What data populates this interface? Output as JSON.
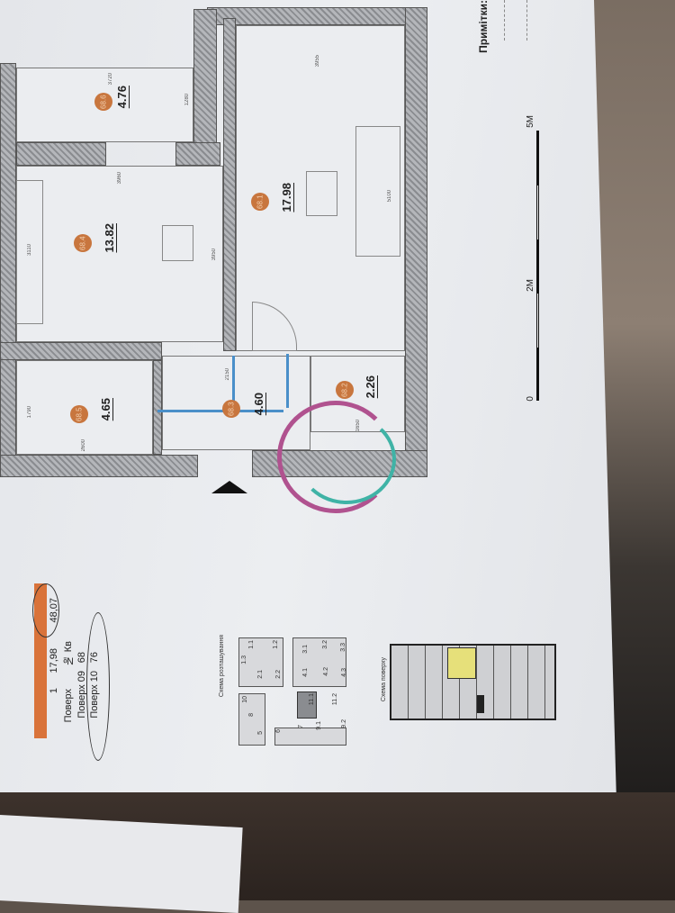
{
  "notes": {
    "title": "Примітки:"
  },
  "rooms": [
    {
      "id": "68.6",
      "area": "4.76"
    },
    {
      "id": "68.4",
      "area": "13.82"
    },
    {
      "id": "68.1",
      "area": "17.98"
    },
    {
      "id": "68.5",
      "area": "4.65"
    },
    {
      "id": "68.3",
      "area": "4.60"
    },
    {
      "id": "68.2",
      "area": "2.26"
    }
  ],
  "dimensions": [
    "3720",
    "1280",
    "3960",
    "3110",
    "3950",
    "5100",
    "3955",
    "1790",
    "2600",
    "1650",
    "2150"
  ],
  "scale": {
    "zero": "0",
    "mid": "2M",
    "max": "5M"
  },
  "title_block": {
    "rooms_count": "1",
    "living_area": "17,98",
    "total_area": "48,07",
    "floor_label": "Поверх",
    "apt_label": "№ Кв",
    "rows": [
      {
        "floor": "Поверх 09",
        "apt": "68"
      },
      {
        "floor": "Поверх 10",
        "apt": "76"
      }
    ]
  },
  "site_plan": {
    "label": "Схема розташування",
    "blocks": [
      "1.1",
      "1.2",
      "1.3",
      "2.1",
      "2.2",
      "3.1",
      "3.2",
      "3.3",
      "4.1",
      "4.2",
      "4.3",
      "5",
      "6",
      "7",
      "8",
      "9.1",
      "9.2",
      "10",
      "11.1",
      "11.2"
    ]
  },
  "floor_scheme": {
    "label": "Схема поверху"
  },
  "colors": {
    "badge": "#c8763e",
    "highlight": "#e6e07a",
    "ink": "#4a8fc9"
  }
}
